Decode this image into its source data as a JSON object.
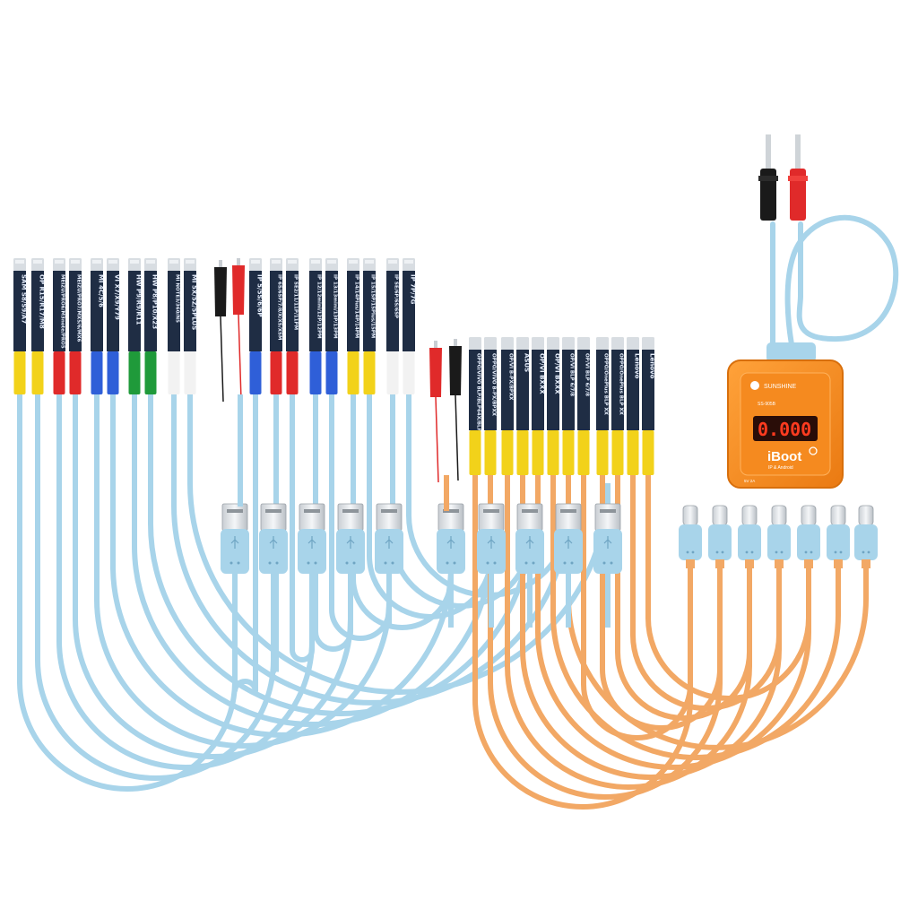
{
  "colors": {
    "cable_blue": "#a8d4ea",
    "cable_orange": "#f2a865",
    "board": "#1f2d44",
    "tip": "#d8dde2",
    "box": "#f58a1f",
    "box_dark": "#d86f0c",
    "lcd_bg": "#2a0d08",
    "lcd_digits": "#ff3b1f",
    "sleeve_colors": {
      "yellow": "#f2d21a",
      "red": "#e02a2a",
      "blue": "#2f5fd8",
      "green": "#1f9a3a",
      "white": "#f2f2f2"
    }
  },
  "left_boards": [
    {
      "label": "SAM S8/S9/A7",
      "sleeve": "yellow"
    },
    {
      "label": "OP R15/R17/M8",
      "sleeve": "yellow"
    },
    {
      "label": "MEIZU/PRO6/M3note/PRO5",
      "sleeve": "red"
    },
    {
      "label": "MEIZU/PRO7/MX5/6/MX6",
      "sleeve": "red"
    },
    {
      "label": "MI 4C/5/6",
      "sleeve": "blue"
    },
    {
      "label": "VI X7/X9/Y79",
      "sleeve": "blue"
    },
    {
      "label": "HW P9/R9/R11",
      "sleeve": "green"
    },
    {
      "label": "HW P8/P10/X23",
      "sleeve": "green"
    },
    {
      "label": "MI NOTE3/360/N5",
      "sleeve": "white"
    },
    {
      "label": "MI 5X/5Z/5PLUS",
      "sleeve": "white"
    },
    {
      "label": "IP 5/5S/6/6P",
      "sleeve": "blue"
    },
    {
      "label": "IP 6S/6SP/7/8/X/XS/XSM",
      "sleeve": "red"
    },
    {
      "label": "IP SE2/11/11P/11PM",
      "sleeve": "red"
    },
    {
      "label": "IP 12/12mini/12P/12PM",
      "sleeve": "blue"
    },
    {
      "label": "IP 13/13mini/13P/13PM",
      "sleeve": "blue"
    },
    {
      "label": "IP 14/14Plus/14P/14PM",
      "sleeve": "yellow"
    },
    {
      "label": "IP 15/15P/15Plus/15PM",
      "sleeve": "yellow"
    },
    {
      "label": "IP SE/6P/6S/6SP",
      "sleeve": "white"
    },
    {
      "label": "IP 7P/7G",
      "sleeve": "white"
    }
  ],
  "right_boards": [
    {
      "label": "OPPO/VIVO BLP/BLP64X/BLP69X",
      "sleeve": "yellow"
    },
    {
      "label": "OPPO/VIVO B-PX/BPXX",
      "sleeve": "yellow"
    },
    {
      "label": "OP/VI B-PX/BPXX",
      "sleeve": "yellow"
    },
    {
      "label": "ASUS",
      "sleeve": "yellow"
    },
    {
      "label": "OP/VI BXXX",
      "sleeve": "yellow"
    },
    {
      "label": "OP/VI BXXX",
      "sleeve": "yellow"
    },
    {
      "label": "OP/VI BLP 6/7/8",
      "sleeve": "yellow"
    },
    {
      "label": "OP/VI BLP 6/7/8",
      "sleeve": "yellow"
    },
    {
      "label": "OPPO/OnePlus BLP XX",
      "sleeve": "yellow"
    },
    {
      "label": "OPPO/OnePlus BLP XX",
      "sleeve": "yellow"
    },
    {
      "label": "Lenovo",
      "sleeve": "yellow"
    },
    {
      "label": "Lenovo",
      "sleeve": "yellow"
    }
  ],
  "power_box": {
    "brand": "SUNSHINE",
    "display": "0.000",
    "name": "iBoot",
    "subtitle": "IP & Android",
    "model_line": "SS-905B",
    "spec_line": "5V 2A"
  },
  "connectors": {
    "usb_a_count": 10,
    "usb_c_count": 7
  }
}
